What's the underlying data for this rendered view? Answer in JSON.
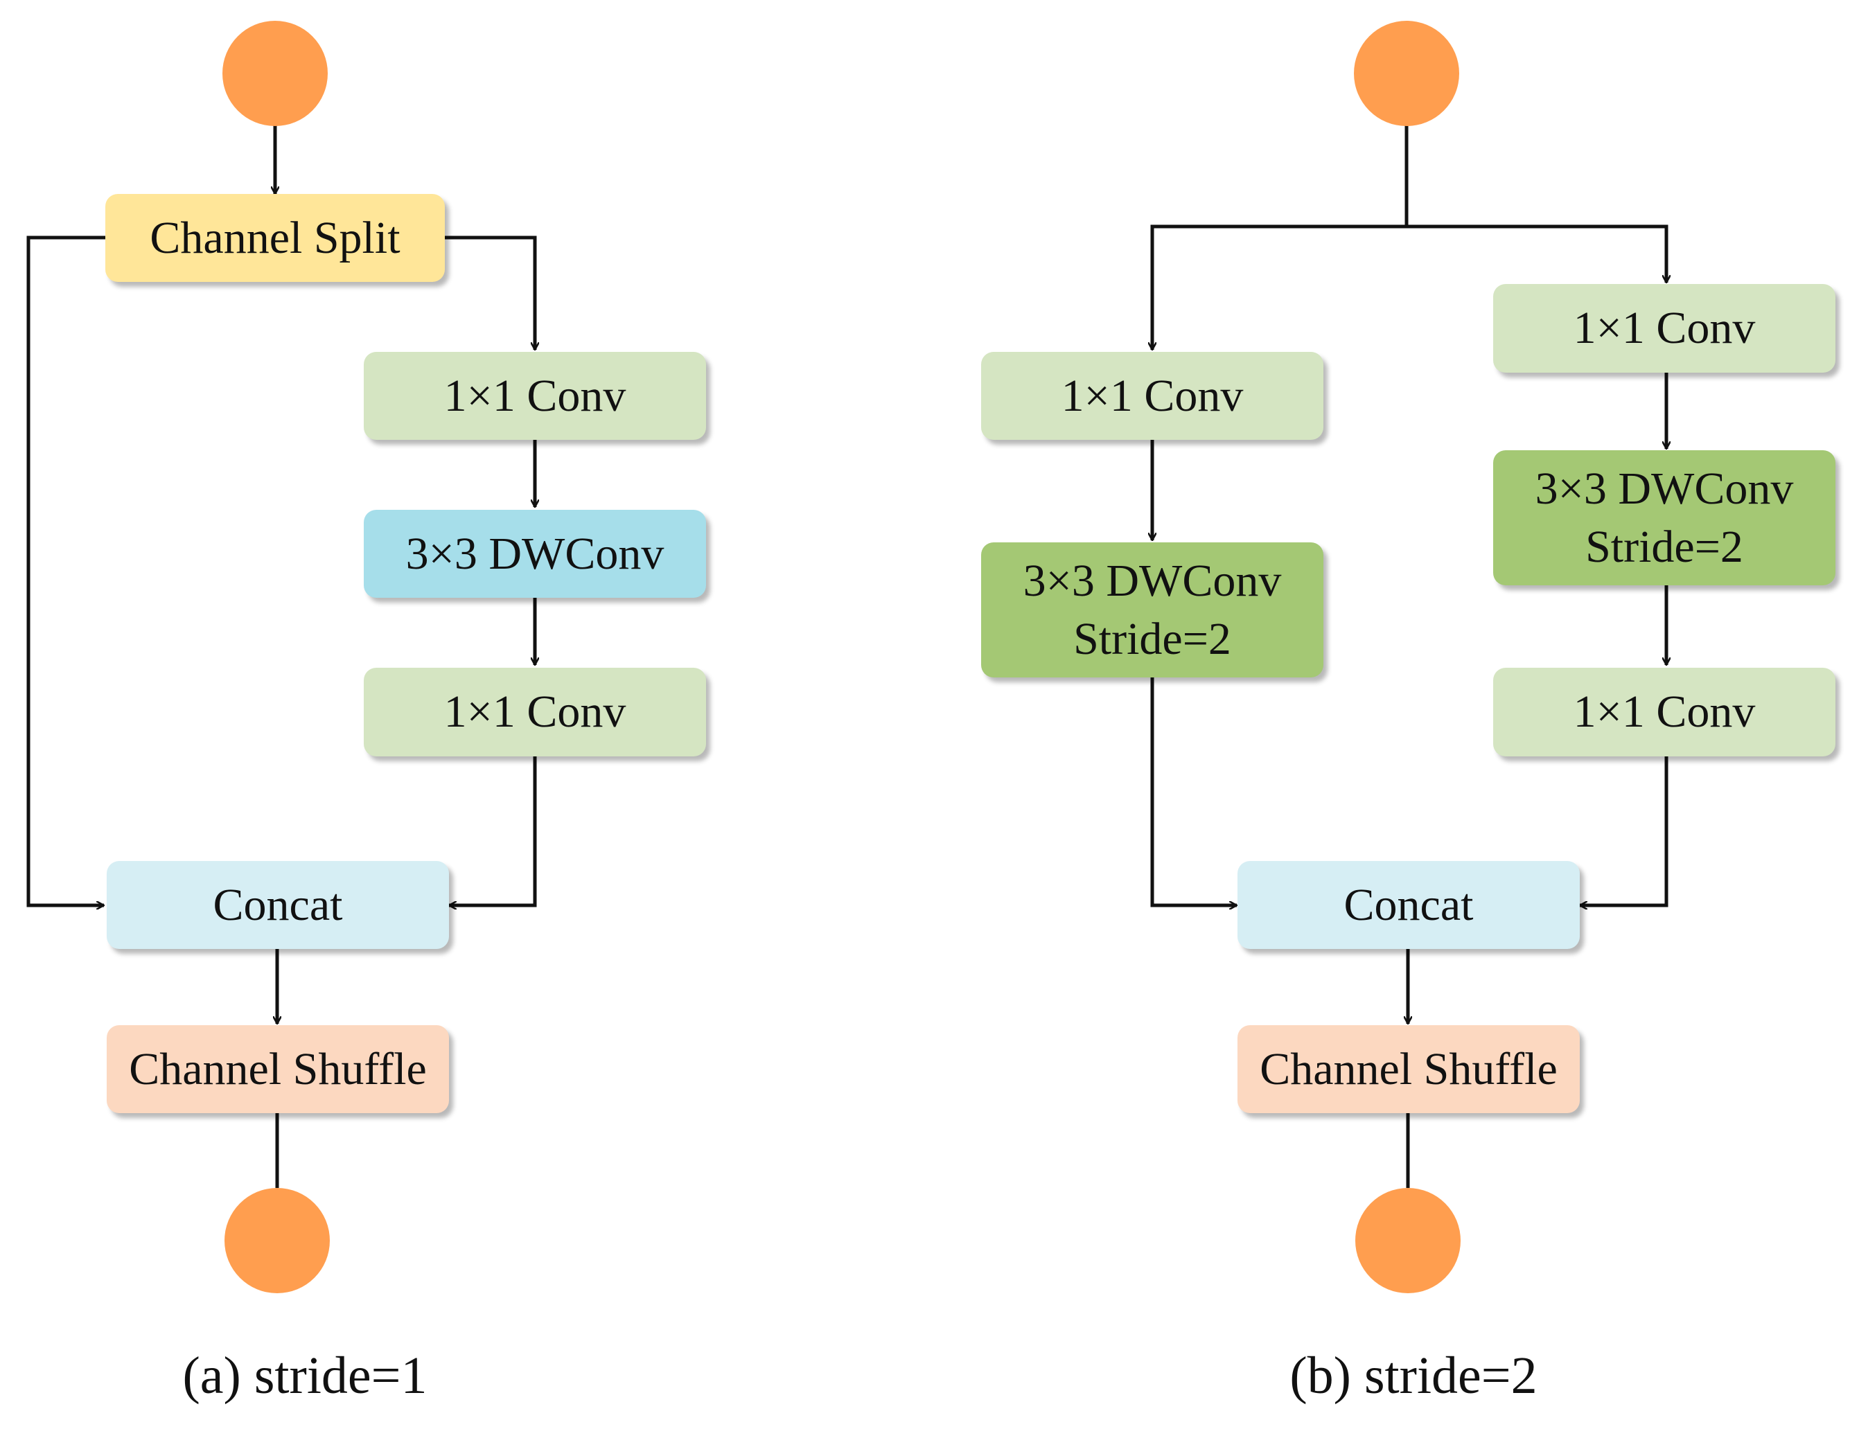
{
  "colors": {
    "node": "#FF9E4F",
    "split": "#FFE699",
    "conv1x1": "#D5E5C2",
    "dwconv_stride1": "#A6DEEA",
    "dwconv_stride2": "#A4C874",
    "concat": "#D6EEF4",
    "shuffle": "#FCD8C0",
    "line": "#111111"
  },
  "panel_a": {
    "caption": "(a) stride=1",
    "channel_split": "Channel Split",
    "conv1": "1×1 Conv",
    "dwconv": "3×3 DWConv",
    "conv2": "1×1 Conv",
    "concat": "Concat",
    "shuffle": "Channel Shuffle"
  },
  "panel_b": {
    "caption": "(b) stride=2",
    "left_conv": "1×1 Conv",
    "left_dwconv_line1": "3×3 DWConv",
    "left_dwconv_line2": "Stride=2",
    "right_conv1": "1×1 Conv",
    "right_dwconv_line1": "3×3 DWConv",
    "right_dwconv_line2": "Stride=2",
    "right_conv2": "1×1 Conv",
    "concat": "Concat",
    "shuffle": "Channel Shuffle"
  }
}
